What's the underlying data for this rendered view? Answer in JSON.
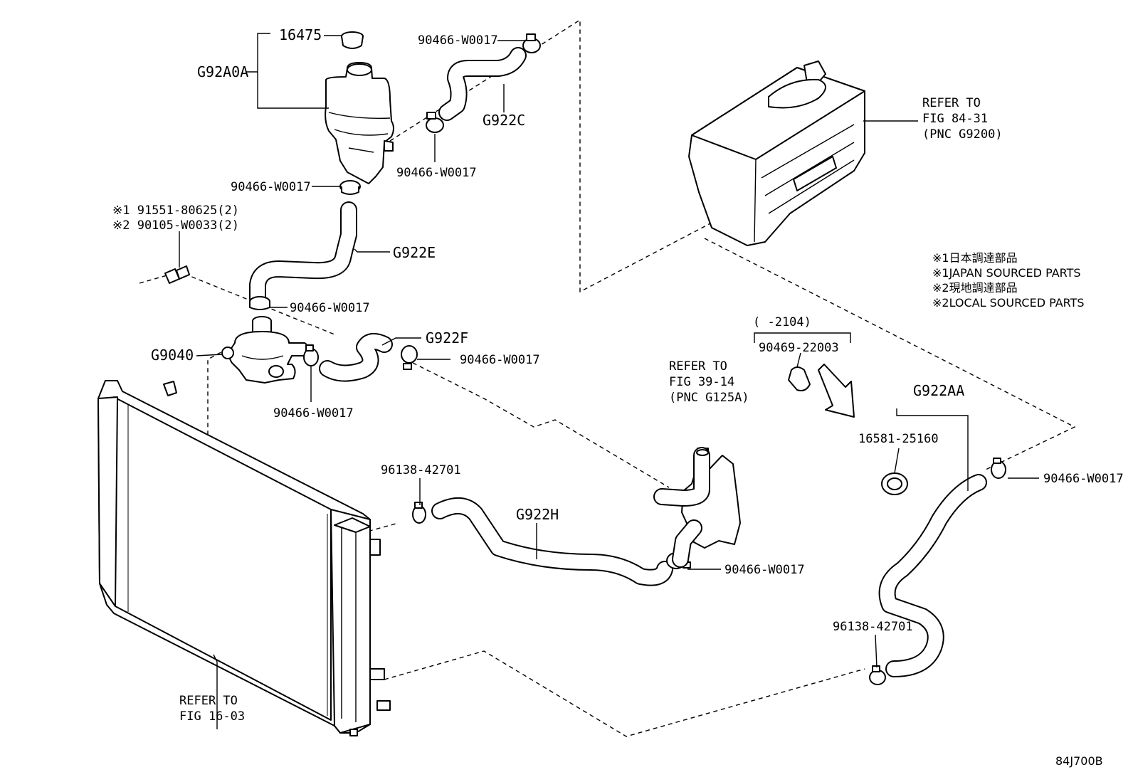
{
  "labels": {
    "cap": "16475",
    "reservoir": "G92A0A",
    "clamp_top": "90466-W0017",
    "hose_c": "G922C",
    "clamp_c_low": "90466-W0017",
    "clamp_res_low": "90466-W0017",
    "bolt_1": "※1 91551-80625(2)",
    "bolt_2": "※2 90105-W0033(2)",
    "hose_e": "G922E",
    "clamp_pump_top": "90466-W0017",
    "pump": "G9040",
    "hose_f": "G922F",
    "clamp_f_right": "90466-W0017",
    "clamp_pump_side": "90466-W0017",
    "clamp_h_left": "96138-42701",
    "hose_h": "G922H",
    "clamp_cooler_low": "90466-W0017",
    "refer_cooler": [
      "REFER TO",
      "FIG 39-14",
      "(PNC G125A)"
    ],
    "refer_inverter": [
      "REFER TO",
      "FIG 84-31",
      "(PNC G9200)"
    ],
    "refer_radiator": [
      "REFER TO",
      "FIG 16-03"
    ],
    "date_range": "(   -2104)",
    "clip_part": "90469-22003",
    "hose_aa": "G922AA",
    "clip_aa": "16581-25160",
    "clamp_aa_top": "90466-W0017",
    "clamp_aa_low": "96138-42701",
    "diagram_id": "84J700B"
  },
  "notes": [
    "※1日本調達部品",
    "※1JAPAN SOURCED PARTS",
    "※2現地調達部品",
    "※2LOCAL SOURCED PARTS"
  ]
}
